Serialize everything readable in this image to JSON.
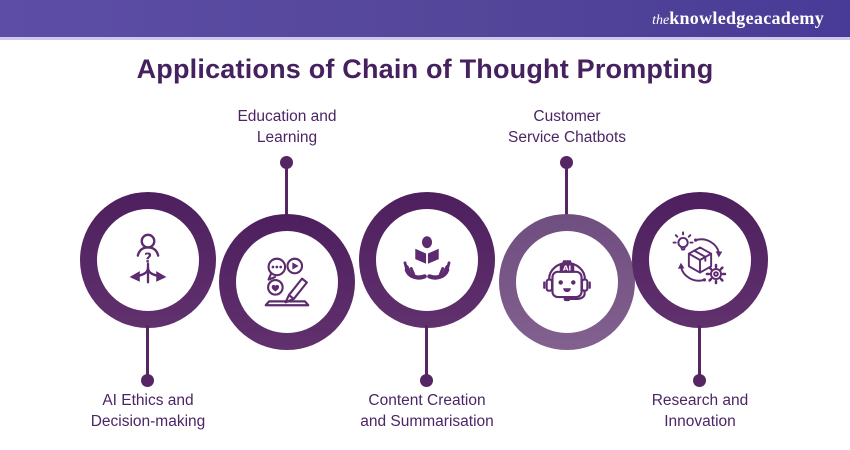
{
  "header": {
    "logo": {
      "the": "the",
      "knowledge": "knowledge",
      "academy": "academy"
    },
    "band_color_left": "#5d4da7",
    "band_color_right": "#483b98",
    "underline_color": "#cfc8ea"
  },
  "title": {
    "text": "Applications of Chain of Thought Prompting",
    "color": "#46215f"
  },
  "diagram": {
    "connector_color": "#552663",
    "ring_color_dark": "#54245f",
    "ring_color_light": "#755584",
    "icon_stroke_color": "#5e2b70",
    "label_color": "#4b2566",
    "items": [
      {
        "label_line1": "AI Ethics and",
        "label_line2": "Decision-making",
        "label_position": "below",
        "icon": "decision-paths-icon",
        "ring": "dark"
      },
      {
        "label_line1": "Education and",
        "label_line2": "Learning",
        "label_position": "above",
        "icon": "education-learning-icon",
        "ring": "dark"
      },
      {
        "label_line1": "Content Creation",
        "label_line2": "and Summarisation",
        "label_position": "below",
        "icon": "reading-book-icon",
        "ring": "dark"
      },
      {
        "label_line1": "Customer",
        "label_line2": "Service Chatbots",
        "label_position": "above",
        "icon": "ai-chatbot-icon",
        "ring": "light"
      },
      {
        "label_line1": "Research and",
        "label_line2": "Innovation",
        "label_position": "below",
        "icon": "innovation-cycle-icon",
        "ring": "dark"
      }
    ],
    "icon_texts": {
      "question_mark": "?",
      "ai_badge": "AI"
    }
  }
}
